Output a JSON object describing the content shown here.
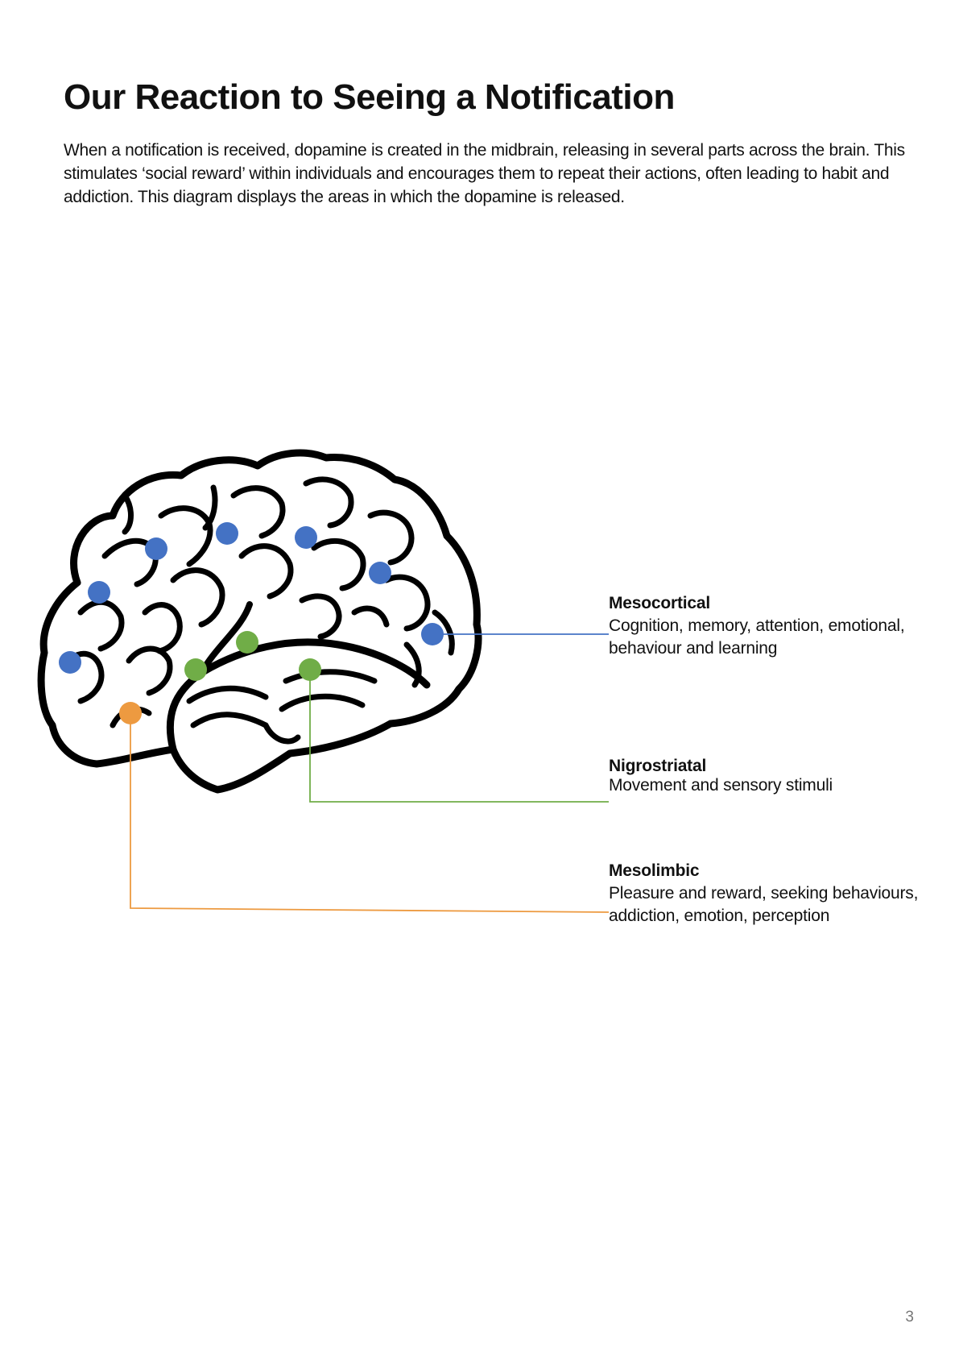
{
  "page": {
    "title": "Our Reaction to Seeing a Notification",
    "intro": "When a notification is received, dopamine is created in the midbrain, releasing in several parts across the brain. This stimulates ‘social reward’ within individuals and encourages them to repeat their actions, often leading to habit and addiction. This diagram displays the areas in which the dopamine is released.",
    "page_number": "3"
  },
  "diagram": {
    "pathways": [
      {
        "name": "Mesocortical",
        "description": "Cognition, memory, attention, emotional, behaviour and learning",
        "color": "#4472C4"
      },
      {
        "name": "Nigrostriatal",
        "description": "Movement and sensory stimuli",
        "color": "#70AD47"
      },
      {
        "name": "Mesolimbic",
        "description": "Pleasure and reward, seeking behaviours, addiction, emotion, perception",
        "color": "#ED9A40"
      }
    ]
  }
}
